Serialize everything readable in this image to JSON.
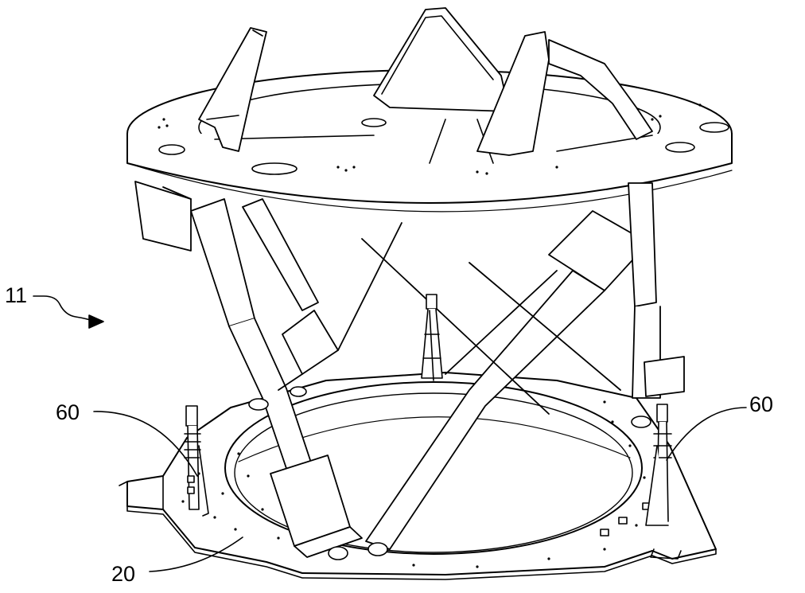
{
  "labels": {
    "assembly": "11",
    "left_leg_part": "60",
    "right_leg_part": "60",
    "base_plate": "20"
  },
  "colors": {
    "line": "#000000",
    "background": "#ffffff"
  }
}
